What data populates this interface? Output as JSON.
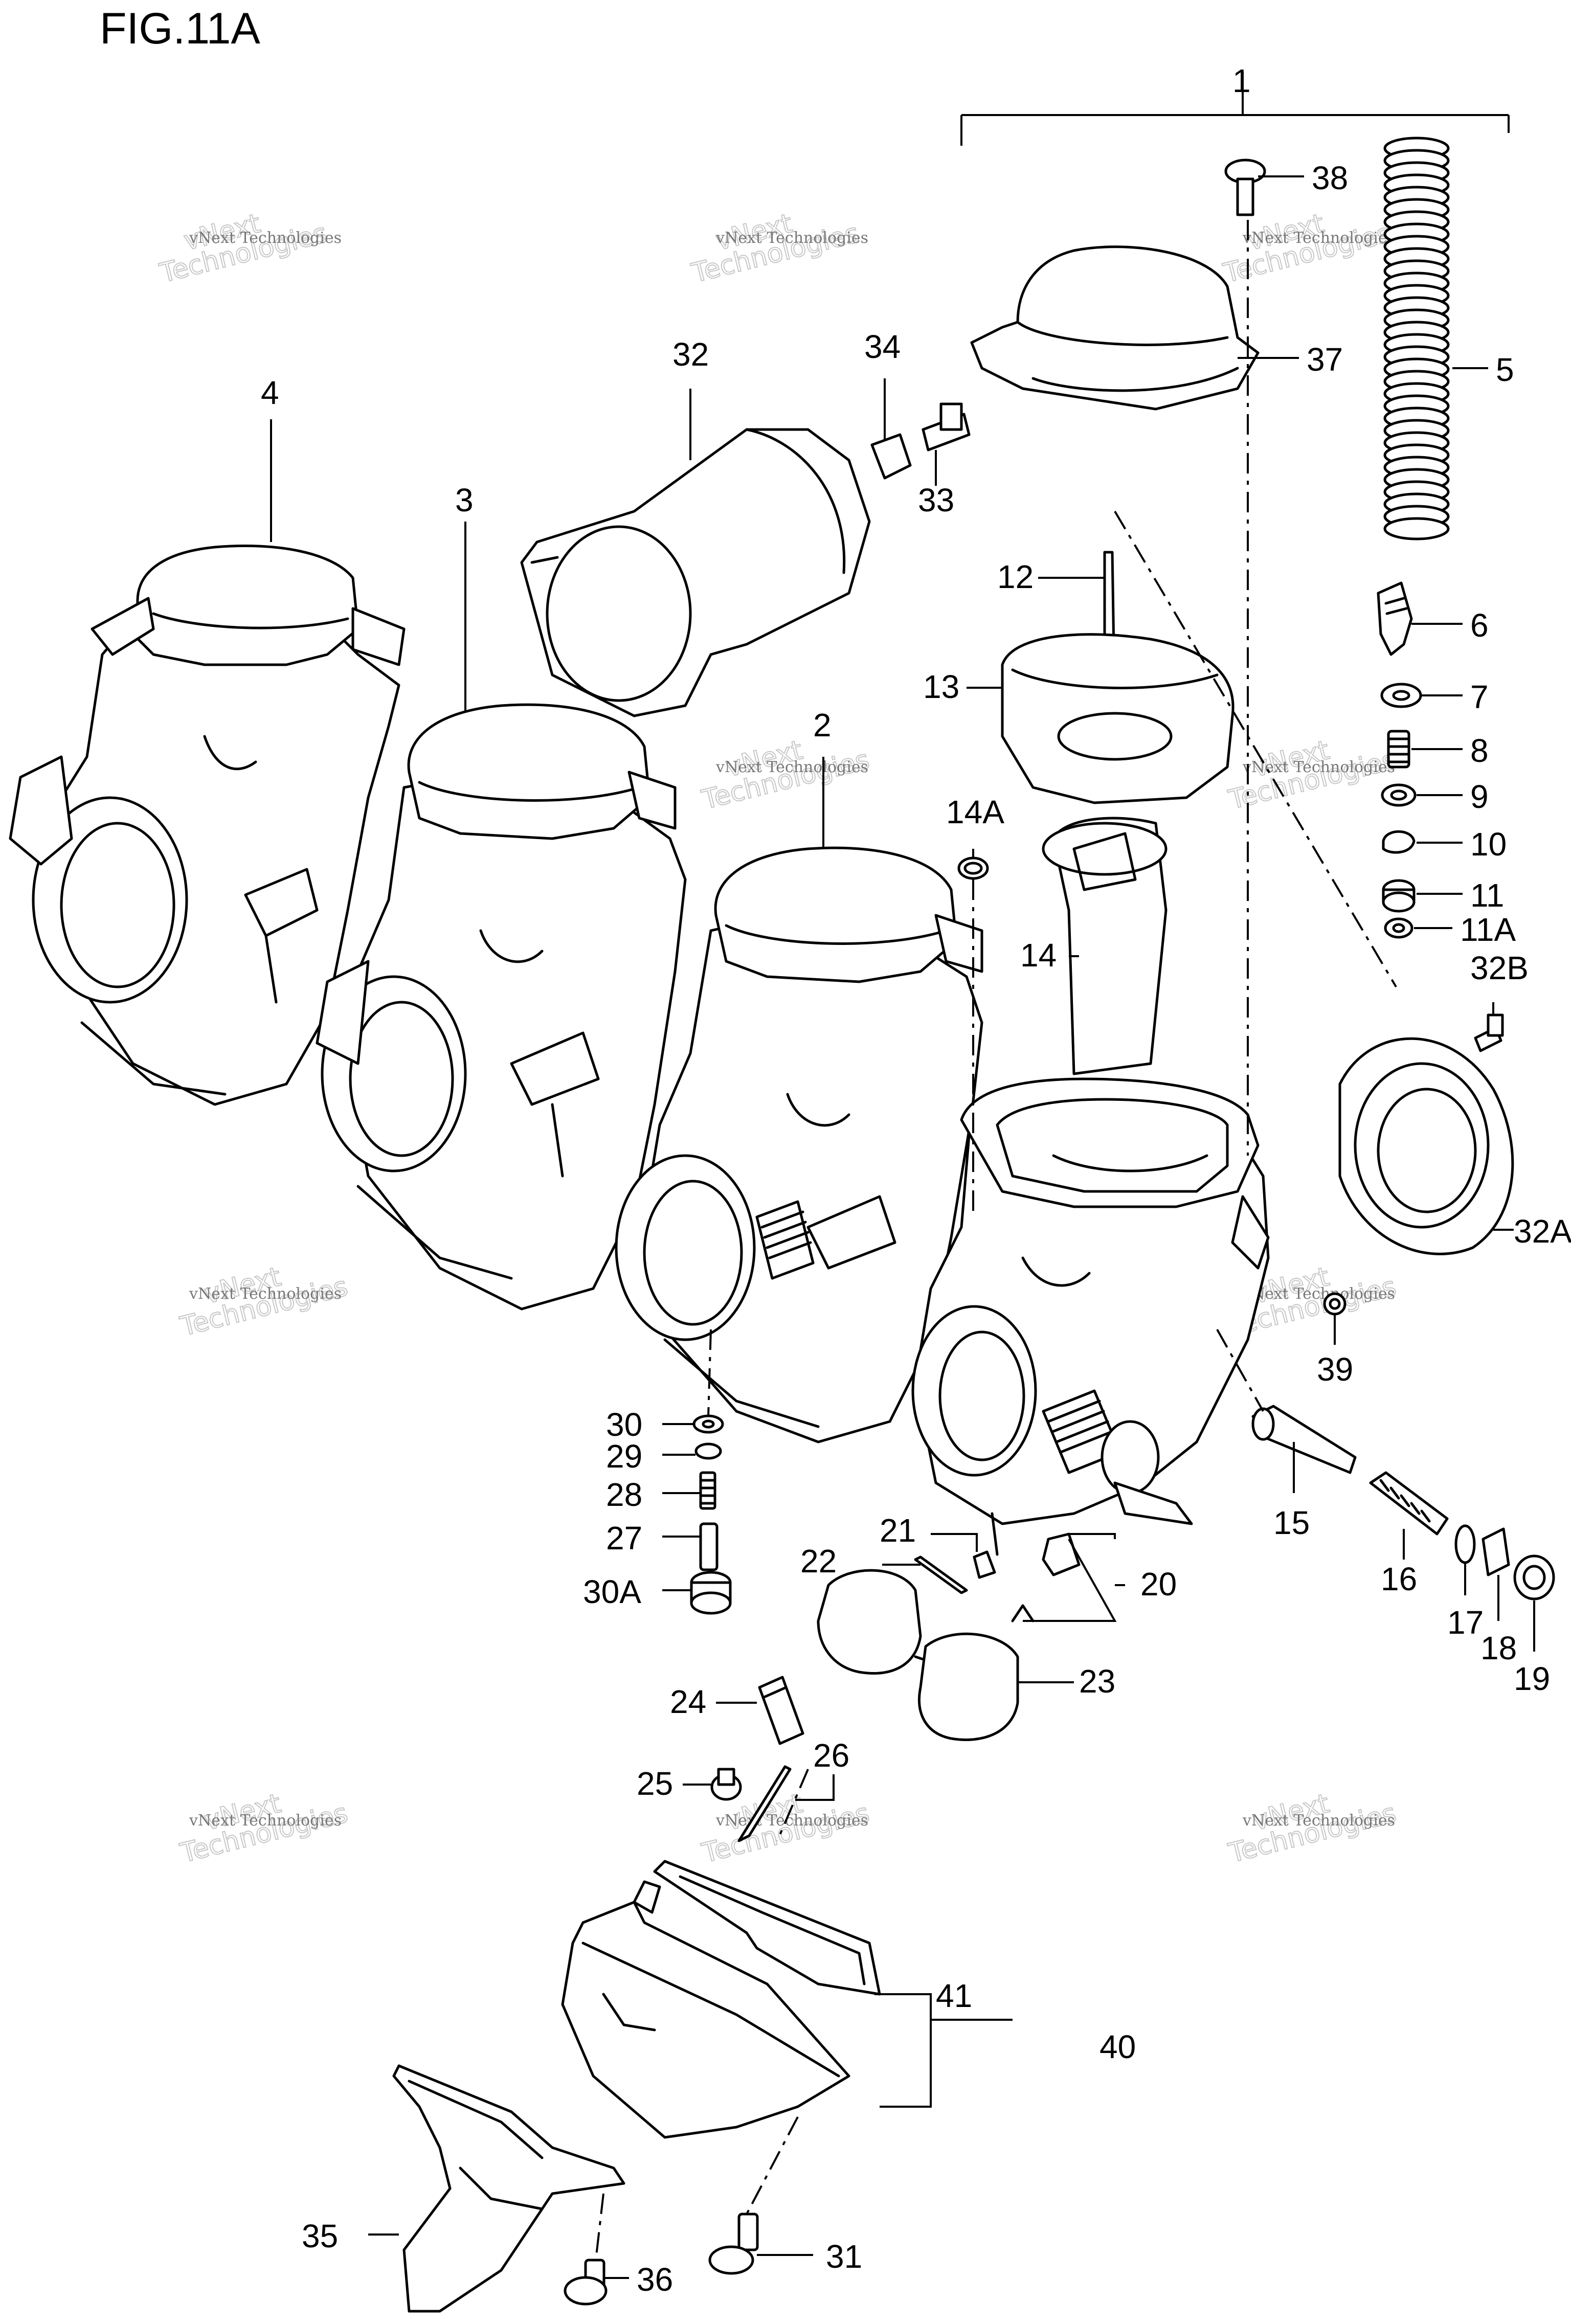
{
  "title": "FIG.11A",
  "watermark": {
    "line1": "vNext Technologies",
    "line2": "vNext",
    "line3": "Technologies"
  },
  "callouts": {
    "c1": "1",
    "c2": "2",
    "c3": "3",
    "c4": "4",
    "c5": "5",
    "c6": "6",
    "c7": "7",
    "c8": "8",
    "c9": "9",
    "c10": "10",
    "c11": "11",
    "c11a": "11A",
    "c12": "12",
    "c13": "13",
    "c14": "14",
    "c14a": "14A",
    "c15": "15",
    "c16": "16",
    "c17": "17",
    "c18": "18",
    "c19": "19",
    "c20": "20",
    "c21": "21",
    "c22": "22",
    "c23": "23",
    "c24": "24",
    "c25": "25",
    "c26": "26",
    "c27": "27",
    "c28": "28",
    "c29": "29",
    "c30": "30",
    "c30a": "30A",
    "c31": "31",
    "c32": "32",
    "c32a": "32A",
    "c32b": "32B",
    "c33": "33",
    "c34": "34",
    "c35": "35",
    "c36": "36",
    "c37": "37",
    "c38": "38",
    "c39": "39",
    "c40": "40",
    "c41": "41"
  }
}
